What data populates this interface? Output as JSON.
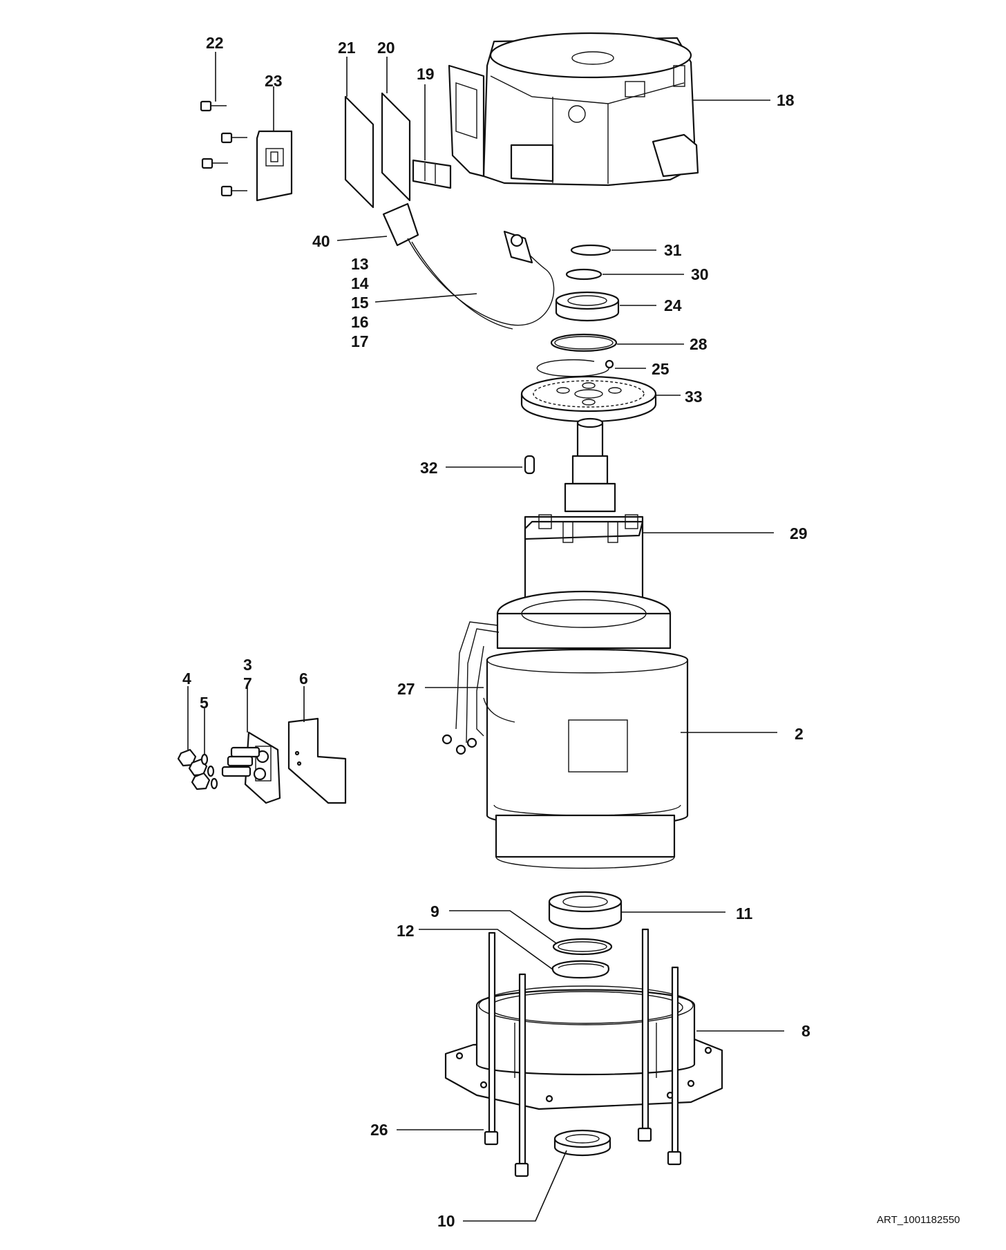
{
  "drawing": {
    "art_code": "ART_1001182550",
    "callouts": [
      {
        "id": "c22",
        "text": "22"
      },
      {
        "id": "c23",
        "text": "23"
      },
      {
        "id": "c21",
        "text": "21"
      },
      {
        "id": "c20",
        "text": "20"
      },
      {
        "id": "c19",
        "text": "19"
      },
      {
        "id": "c18",
        "text": "18"
      },
      {
        "id": "c40",
        "text": "40"
      },
      {
        "id": "c13",
        "text": "13"
      },
      {
        "id": "c14",
        "text": "14"
      },
      {
        "id": "c15",
        "text": "15"
      },
      {
        "id": "c16",
        "text": "16"
      },
      {
        "id": "c17",
        "text": "17"
      },
      {
        "id": "c31",
        "text": "31"
      },
      {
        "id": "c30",
        "text": "30"
      },
      {
        "id": "c24",
        "text": "24"
      },
      {
        "id": "c28",
        "text": "28"
      },
      {
        "id": "c25",
        "text": "25"
      },
      {
        "id": "c33",
        "text": "33"
      },
      {
        "id": "c32",
        "text": "32"
      },
      {
        "id": "c29",
        "text": "29"
      },
      {
        "id": "c3",
        "text": "3"
      },
      {
        "id": "c7",
        "text": "7"
      },
      {
        "id": "c4",
        "text": "4"
      },
      {
        "id": "c5",
        "text": "5"
      },
      {
        "id": "c6",
        "text": "6"
      },
      {
        "id": "c27",
        "text": "27"
      },
      {
        "id": "c2",
        "text": "2"
      },
      {
        "id": "c9",
        "text": "9"
      },
      {
        "id": "c12",
        "text": "12"
      },
      {
        "id": "c11",
        "text": "11"
      },
      {
        "id": "c8",
        "text": "8"
      },
      {
        "id": "c26",
        "text": "26"
      },
      {
        "id": "c10",
        "text": "10"
      }
    ]
  }
}
